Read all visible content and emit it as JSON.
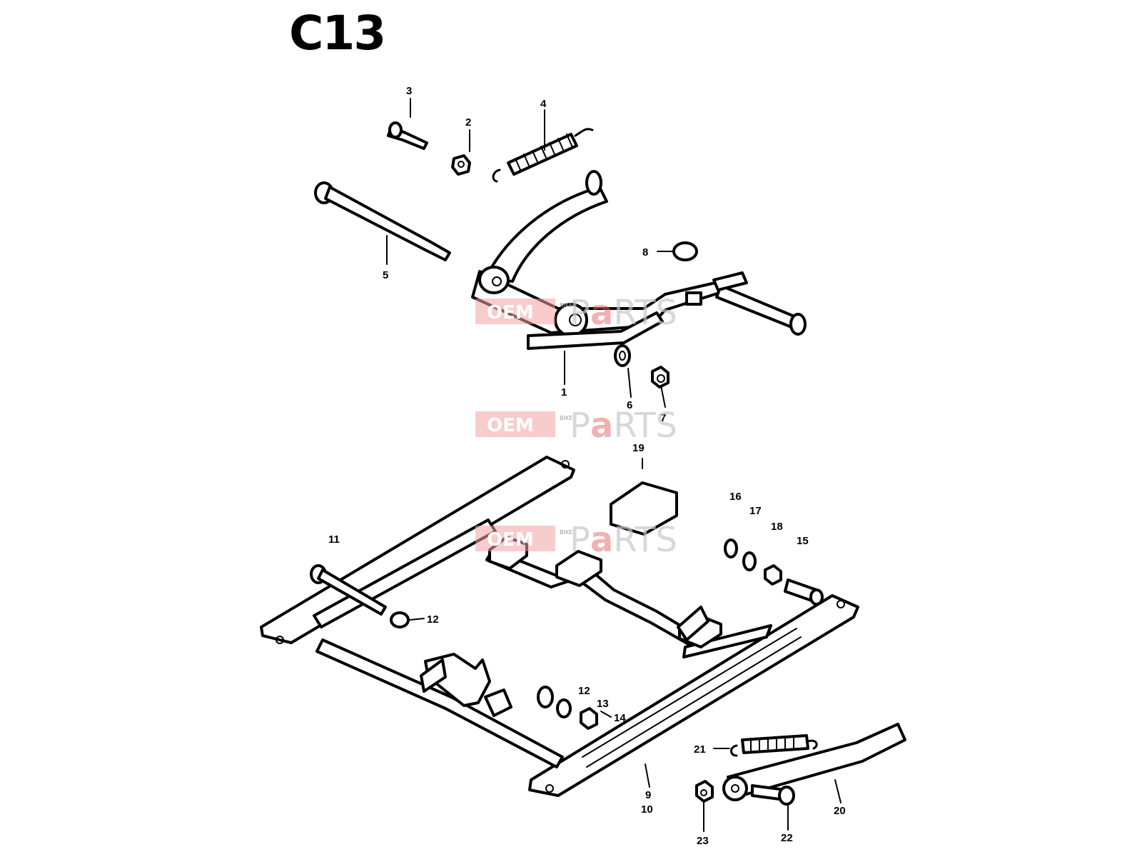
{
  "diagram_code": "C13",
  "watermark": {
    "prefix": "OEM",
    "tag": "BIKE",
    "name_start": "P",
    "name_accent": "a",
    "name_end": "RTS"
  },
  "callouts": {
    "c1": "1",
    "c2": "2",
    "c3": "3",
    "c4": "4",
    "c5": "5",
    "c6": "6",
    "c7": "7",
    "c8": "8",
    "c9": "9",
    "c10": "10",
    "c11": "11",
    "c12a": "12",
    "c12b": "12",
    "c13": "13",
    "c14": "14",
    "c15": "15",
    "c16": "16",
    "c17": "17",
    "c18": "18",
    "c19": "19",
    "c20": "20",
    "c21": "21",
    "c22": "22",
    "c23": "23"
  }
}
